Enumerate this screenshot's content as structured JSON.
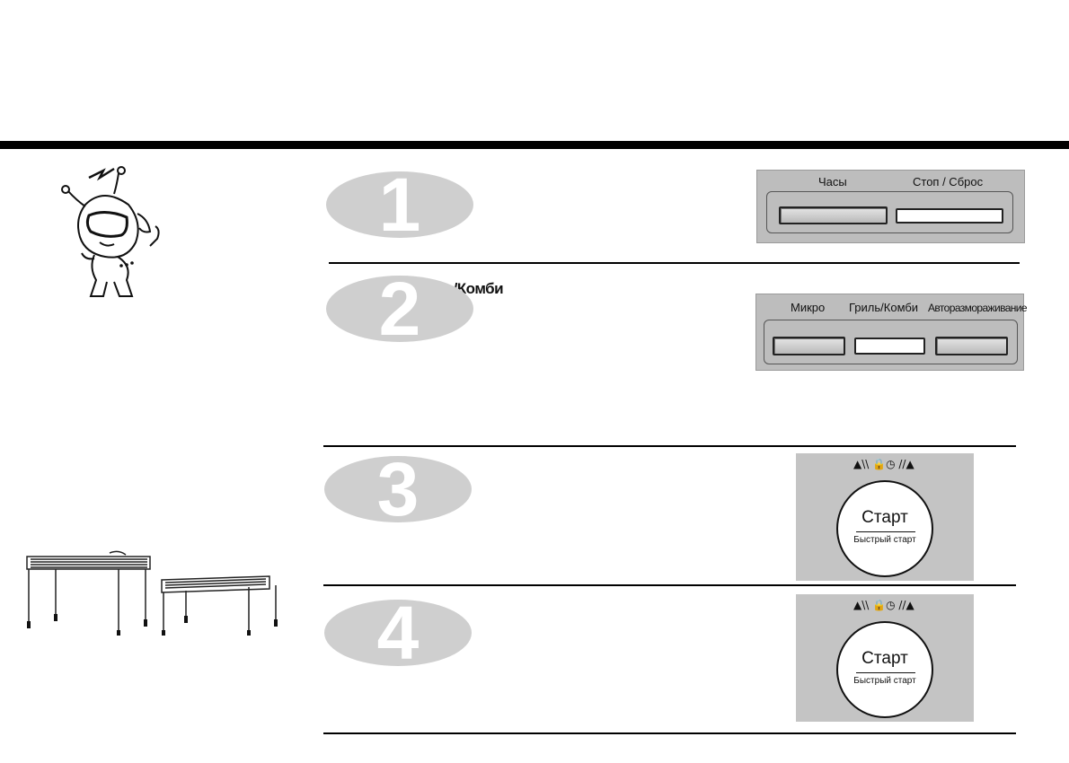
{
  "steps": [
    {
      "number": "1"
    },
    {
      "number": "2",
      "heading": "Гриль/Комби"
    },
    {
      "number": "3"
    },
    {
      "number": "4"
    }
  ],
  "panel_clock": {
    "labels": [
      "Часы",
      "Стоп / Сброс"
    ]
  },
  "panel_modes": {
    "labels": [
      "Микро",
      "Гриль/Комби",
      "Авторазмораживание"
    ]
  },
  "start_button": {
    "main_label": "Старт",
    "sub_label": "Быстрый старт",
    "icons": "▲\\\\ 🔒◷ //▲"
  },
  "colors": {
    "badge": "#cfcfcf",
    "panel": "#bdbdbd",
    "rule": "#000000"
  }
}
